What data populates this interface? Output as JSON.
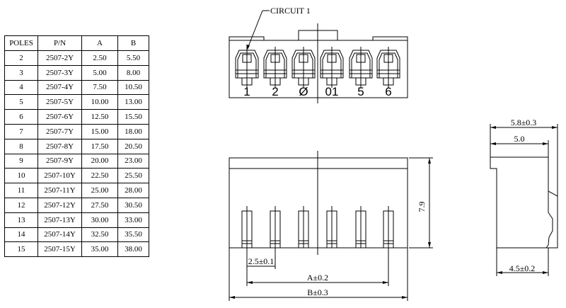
{
  "table": {
    "headers": [
      "POLES",
      "P/N",
      "A",
      "B"
    ],
    "rows": [
      [
        "2",
        "2507-2Y",
        "2.50",
        "5.50"
      ],
      [
        "3",
        "2507-3Y",
        "5.00",
        "8.00"
      ],
      [
        "4",
        "2507-4Y",
        "7.50",
        "10.50"
      ],
      [
        "5",
        "2507-5Y",
        "10.00",
        "13.00"
      ],
      [
        "6",
        "2507-6Y",
        "12.50",
        "15.50"
      ],
      [
        "7",
        "2507-7Y",
        "15.00",
        "18.00"
      ],
      [
        "8",
        "2507-8Y",
        "17.50",
        "20.50"
      ],
      [
        "9",
        "2507-9Y",
        "20.00",
        "23.00"
      ],
      [
        "10",
        "2507-10Y",
        "22.50",
        "25.50"
      ],
      [
        "11",
        "2507-11Y",
        "25.00",
        "28.00"
      ],
      [
        "12",
        "2507-12Y",
        "27.50",
        "30.50"
      ],
      [
        "13",
        "2507-13Y",
        "30.00",
        "33.00"
      ],
      [
        "14",
        "2507-14Y",
        "32.50",
        "35.50"
      ],
      [
        "15",
        "2507-15Y",
        "35.00",
        "38.00"
      ]
    ]
  },
  "front_view": {
    "callout": "CIRCUIT 1",
    "circuit_numbers": [
      "1",
      "2",
      "Ø",
      "01",
      "5",
      "6"
    ]
  },
  "bottom_view": {
    "height_dim": "7.9",
    "pitch_dim": "2.5±0.1",
    "a_dim": "A±0.2",
    "b_dim": "B±0.3"
  },
  "side_view": {
    "overall_depth_dim": "5.8±0.3",
    "top_depth_dim": "5.0",
    "bottom_depth_dim": "4.5±0.2"
  }
}
